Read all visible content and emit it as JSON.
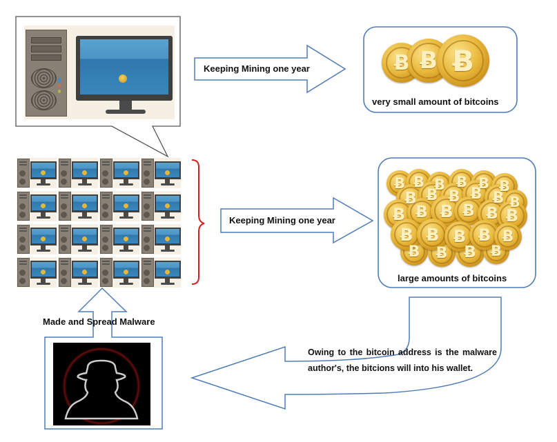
{
  "diagram": {
    "top_arrow": {
      "label": "Keeping Mining one year"
    },
    "middle_arrow": {
      "label": "Keeping Mining one year"
    },
    "small_coins_box": {
      "caption": "very small amount of bitcoins",
      "coin_count": 3
    },
    "large_coins_box": {
      "caption": "large amounts of bitcoins"
    },
    "up_arrow": {
      "label": "Made and Spread Malware"
    },
    "return_arrow": {
      "text": "Owing to the bitcoin address is the malware author's, the bitcions will into his wallet."
    },
    "computer_grid": {
      "rows": 4,
      "columns": 4
    },
    "coin_symbol": "Ƀ",
    "colors": {
      "outline_blue": "#4f7bb5",
      "brace_red": "#d42020",
      "callout_gray": "#555555",
      "coin_gold": "#e2ad33"
    }
  }
}
